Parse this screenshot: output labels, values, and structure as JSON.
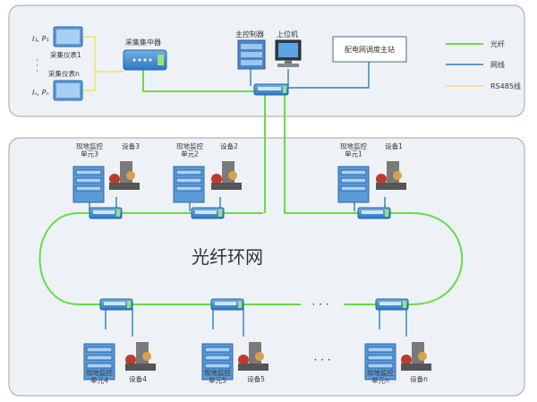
{
  "top": {
    "meter1": "采集仪表1",
    "meter_dots": "·",
    "meter_n": "采集仪表n",
    "meter1_param": "I₁, P₁",
    "meter_n_param": "Iₙ, Pₙ",
    "collector": "采集集中器",
    "main_controller": "主控制器",
    "host_pc": "上位机",
    "dispatch": "配电网调度主站"
  },
  "legend": {
    "fiber": "光纤",
    "net": "网线",
    "rs485": "RS485线"
  },
  "ring": {
    "title": "光纤环网",
    "dots": "· · ·"
  },
  "units": {
    "u3": "现地监控\n单元3",
    "d3": "设备3",
    "u2": "现地监控\n单元2",
    "d2": "设备2",
    "u1": "现地监控\n单元1",
    "d1": "设备1",
    "u4": "现地监控\n单元4",
    "d4": "设备4",
    "u5": "现地监控\n单元5",
    "d5": "设备5",
    "un": "现地监控\n单元n",
    "dn": "设备n"
  },
  "colors": {
    "fiber": "#66dd44",
    "net": "#2a7fc0",
    "rs485": "#f2e04a",
    "panel": "#eef2f7",
    "panel_border": "#9aa6b3"
  }
}
